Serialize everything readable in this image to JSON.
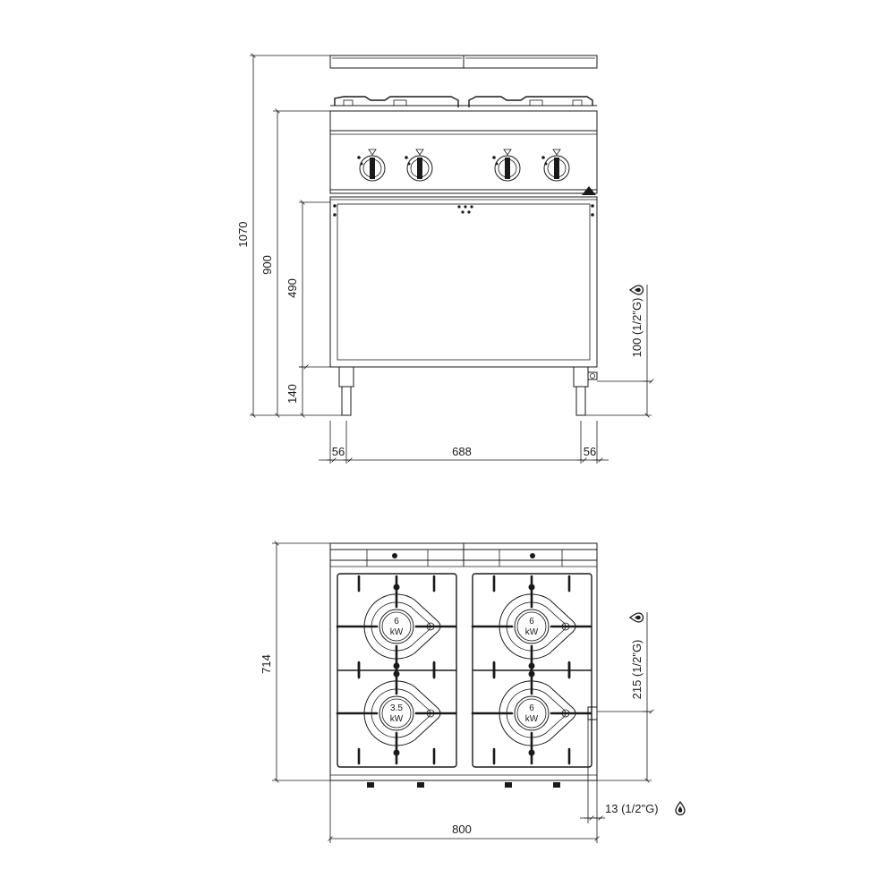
{
  "front_view": {
    "dimensions": {
      "total_height": "1070",
      "worktop_height": "900",
      "cabinet_height": "490",
      "leg_height": "140",
      "gas_inlet_height": "100 (1/2\"G)",
      "left_leg_offset": "56",
      "leg_spacing": "688",
      "right_leg_offset": "56"
    }
  },
  "top_view": {
    "burners": [
      {
        "power": "6",
        "unit": "kW"
      },
      {
        "power": "6",
        "unit": "kW"
      },
      {
        "power": "3.5",
        "unit": "kW"
      },
      {
        "power": "6",
        "unit": "kW"
      }
    ],
    "dimensions": {
      "depth": "714",
      "gas_inlet_depth": "215 (1/2\"G)",
      "gas_inlet_side": "13 (1/2\"G)",
      "width": "800"
    }
  },
  "icons": [
    "gas-drop-icon"
  ]
}
